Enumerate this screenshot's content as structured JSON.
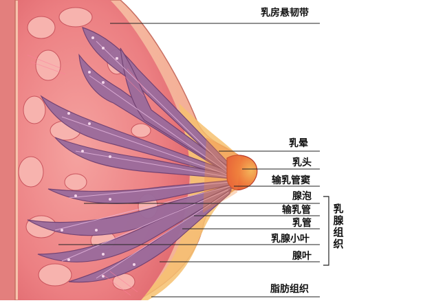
{
  "labels": {
    "ligament": "乳房悬韧带",
    "areola": "乳晕",
    "nipple": "乳头",
    "sinus": "输乳管窦",
    "alveolus": "腺泡",
    "lactiferous_duct": "输乳管",
    "milk_duct": "乳管",
    "lobule": "乳腺小叶",
    "lobe": "腺叶",
    "fat": "脂肪组织"
  },
  "group_label": "乳腺组织",
  "colors": {
    "skin": "#f4a58c",
    "fat": "#e76f73",
    "gland": "#9c6a9a",
    "nipple": "#f26a3a",
    "line": "#222222"
  }
}
